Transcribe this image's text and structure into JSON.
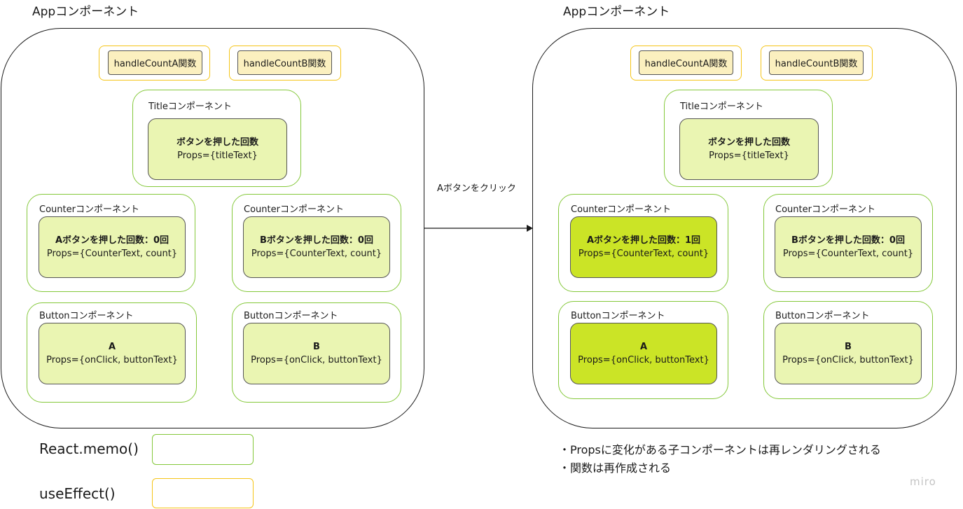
{
  "panels": [
    {
      "title": "Appコンポーネント",
      "functions": [
        "handleCountA関数",
        "handleCountB関数"
      ],
      "title_component": {
        "label": "Titleコンポーネント",
        "text": "ボタンを押した回数",
        "props": "Props={titleText}"
      },
      "counters": [
        {
          "label": "Counterコンポーネント",
          "text": "Aボタンを押した回数：0回",
          "props": "Props={CounterText, count}"
        },
        {
          "label": "Counterコンポーネント",
          "text": "Bボタンを押した回数：0回",
          "props": "Props={CounterText, count}"
        }
      ],
      "buttons": [
        {
          "label": "Buttonコンポーネント",
          "text": "A",
          "props": "Props={onClick, buttonText}"
        },
        {
          "label": "Buttonコンポーネント",
          "text": "B",
          "props": "Props={onClick, buttonText}"
        }
      ]
    },
    {
      "title": "Appコンポーネント",
      "functions": [
        "handleCountA関数",
        "handleCountB関数"
      ],
      "title_component": {
        "label": "Titleコンポーネント",
        "text": "ボタンを押した回数",
        "props": "Props={titleText}"
      },
      "counters": [
        {
          "label": "Counterコンポーネント",
          "text": "Aボタンを押した回数：1回",
          "props": "Props={CounterText, count}"
        },
        {
          "label": "Counterコンポーネント",
          "text": "Bボタンを押した回数：0回",
          "props": "Props={CounterText, count}"
        }
      ],
      "buttons": [
        {
          "label": "Buttonコンポーネント",
          "text": "A",
          "props": "Props={onClick, buttonText}"
        },
        {
          "label": "Buttonコンポーネント",
          "text": "B",
          "props": "Props={onClick, buttonText}"
        }
      ]
    }
  ],
  "arrow_label": "Aボタンをクリック",
  "legend": [
    {
      "label": "React.memo()",
      "color": "#84c83a"
    },
    {
      "label": "useEffect()",
      "color": "#f5c518"
    }
  ],
  "notes": [
    "・Propsに変化がある子コンポーネントは再レンダリングされる",
    "・関数は再作成される"
  ],
  "watermark": "miro",
  "colors": {
    "component_border": "#84c83a",
    "function_border": "#f5c518",
    "component_fill": "#eaf5b2",
    "rerendered_fill": "#cbe426",
    "function_fill": "#fbf0bf"
  }
}
